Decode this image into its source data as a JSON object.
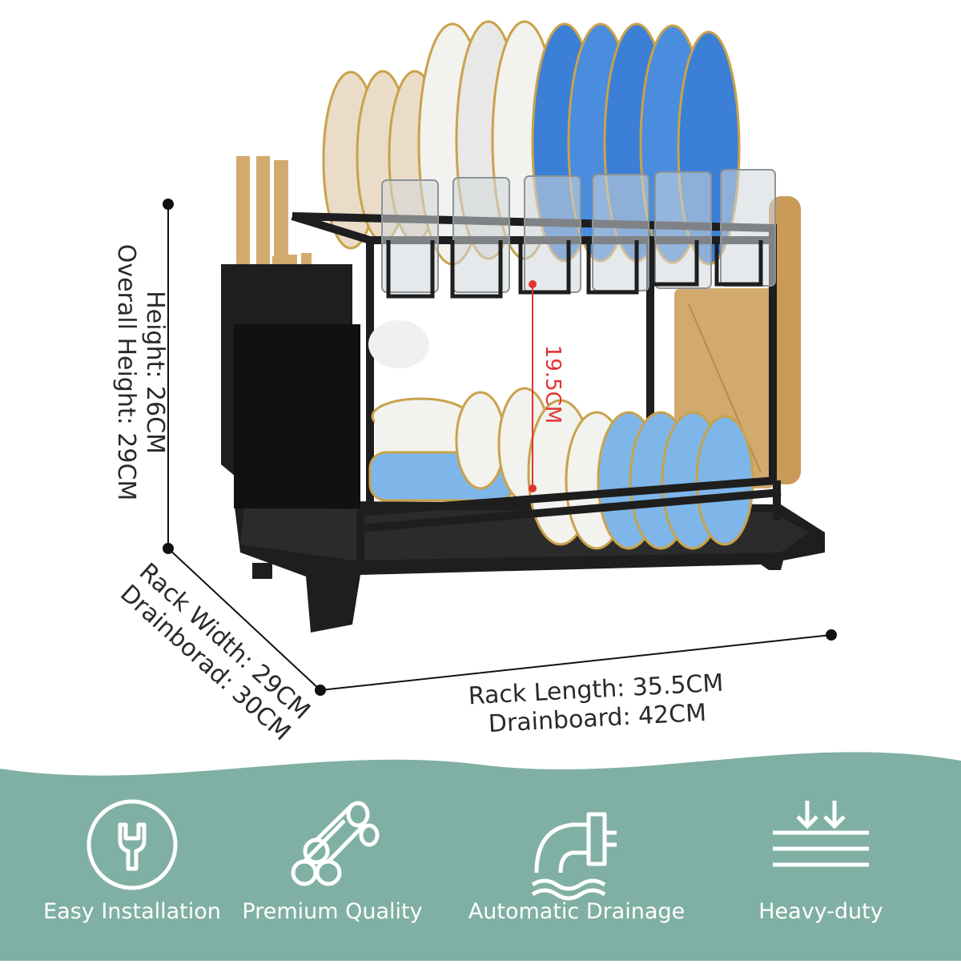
{
  "dimensions": {
    "height_line1": "Height: 26CM",
    "height_line2": "Overall Height: 29CM",
    "width_line1": "Rack Width: 29CM",
    "width_line2": "Drainborad: 30CM",
    "length_line1": "Rack Length: 35.5CM",
    "length_line2": "Drainboard: 42CM",
    "tier_gap": "19.5CM"
  },
  "colors": {
    "banner": "#80b0a3",
    "rack": "#1e1e1e",
    "plate_blue": "#3b7fd6",
    "plate_light_blue": "#7fb6ea",
    "plate_white": "#f2f2ef",
    "plate_cream": "#eadcc8",
    "gold_rim": "#c9a24a",
    "wood": "#d2aa6e",
    "gap_line": "#e23434"
  },
  "features": [
    {
      "label": "Easy Installation",
      "icon": "wrench-icon"
    },
    {
      "label": "Premium Quality",
      "icon": "tubes-icon"
    },
    {
      "label": "Automatic Drainage",
      "icon": "drain-pipe-icon"
    },
    {
      "label": "Heavy-duty",
      "icon": "heavy-duty-icon"
    }
  ]
}
